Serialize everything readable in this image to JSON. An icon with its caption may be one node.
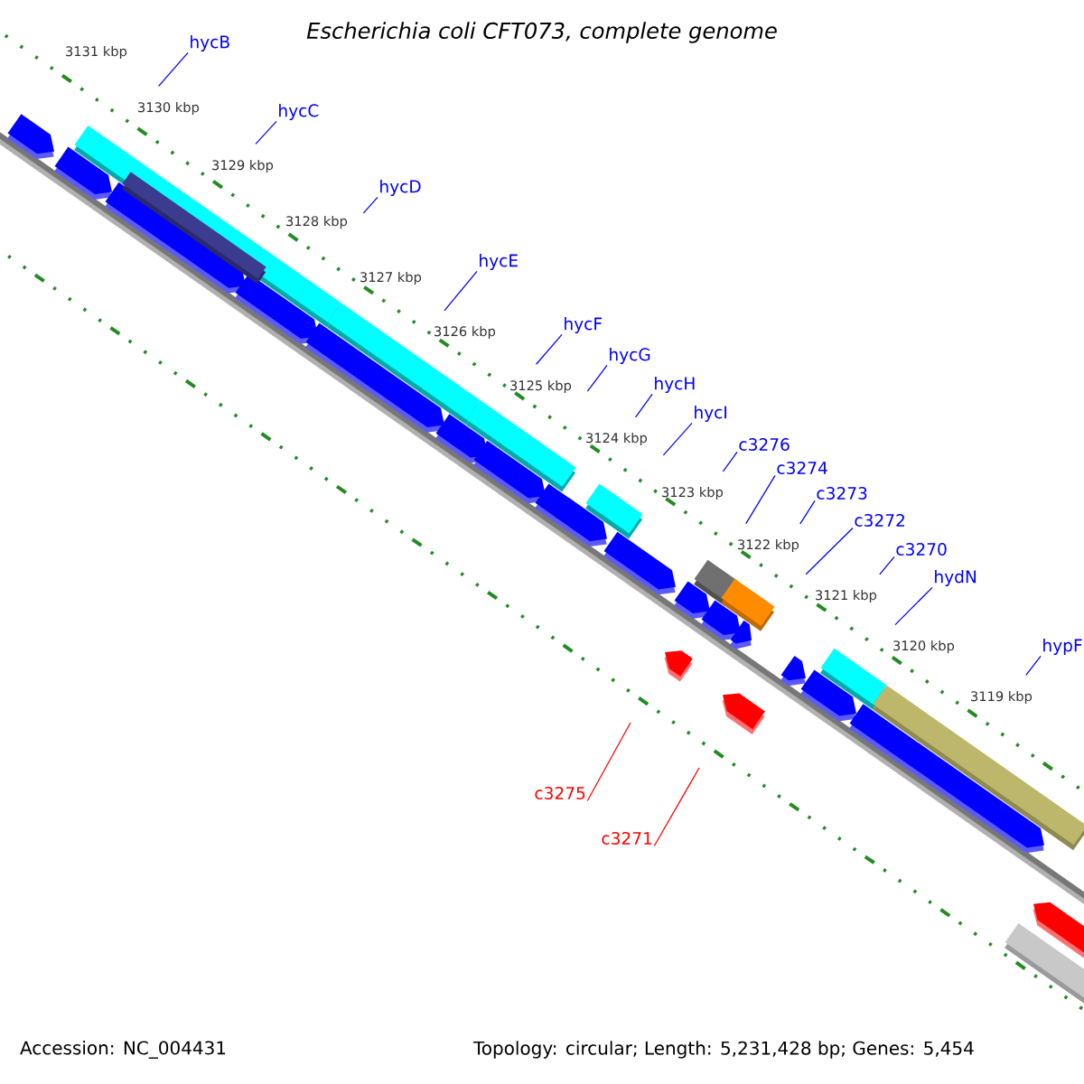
{
  "diagram": {
    "title": "Escherichia coli CFT073, complete genome",
    "nodes": [
      {
        "text": [
          "hycB"
        ]
      },
      {
        "text": [
          "hycC"
        ]
      },
      {
        "text": [
          "hycD"
        ]
      },
      {
        "text": [
          "hycE"
        ]
      },
      {
        "text": [
          "hycF"
        ]
      },
      {
        "text": [
          "hycG"
        ]
      },
      {
        "text": [
          "hycH"
        ]
      },
      {
        "text": [
          "hycI"
        ]
      },
      {
        "text": [
          "c3276"
        ]
      },
      {
        "text": [
          "c3274"
        ]
      },
      {
        "text": [
          "c3273"
        ]
      },
      {
        "text": [
          "c3272"
        ]
      },
      {
        "text": [
          "c3270"
        ]
      },
      {
        "text": [
          "hydN"
        ]
      },
      {
        "text": [
          "hypF"
        ]
      },
      {
        "text": [
          "c3275"
        ]
      },
      {
        "text": [
          "c3271"
        ]
      }
    ],
    "edges": [
      {
        "from": 0,
        "to": null,
        "arrow": "none"
      },
      {
        "from": 1,
        "to": null,
        "arrow": "none"
      },
      {
        "from": 2,
        "to": null,
        "arrow": "none"
      },
      {
        "from": 3,
        "to": null,
        "arrow": "none"
      },
      {
        "from": 4,
        "to": null,
        "arrow": "none"
      },
      {
        "from": 5,
        "to": null,
        "arrow": "none"
      },
      {
        "from": 6,
        "to": null,
        "arrow": "none"
      },
      {
        "from": 7,
        "to": null,
        "arrow": "none"
      },
      {
        "from": 8,
        "to": null,
        "arrow": "none"
      },
      {
        "from": 9,
        "to": null,
        "arrow": "none"
      },
      {
        "from": 10,
        "to": null,
        "arrow": "none"
      },
      {
        "from": 11,
        "to": null,
        "arrow": "none"
      },
      {
        "from": 12,
        "to": null,
        "arrow": "none"
      },
      {
        "from": 13,
        "to": null,
        "arrow": "none"
      },
      {
        "from": 14,
        "to": null,
        "arrow": "none"
      },
      {
        "from": 15,
        "to": null,
        "arrow": "none",
        "color": "#ff0000"
      },
      {
        "from": 16,
        "to": null,
        "arrow": "none",
        "color": "#ff0000"
      }
    ],
    "labels": [
      "3131 kbp",
      "3130 kbp",
      "3129 kbp",
      "3128 kbp",
      "3127 kbp",
      "3126 kbp",
      "3125 kbp",
      "3124 kbp",
      "3123 kbp",
      "3122 kbp",
      "3121 kbp",
      "3120 kbp",
      "3119 kbp",
      "Accession: NC_004431",
      "Topology: circular; Length: 5,231,428 bp; Genes: 5,454"
    ]
  }
}
